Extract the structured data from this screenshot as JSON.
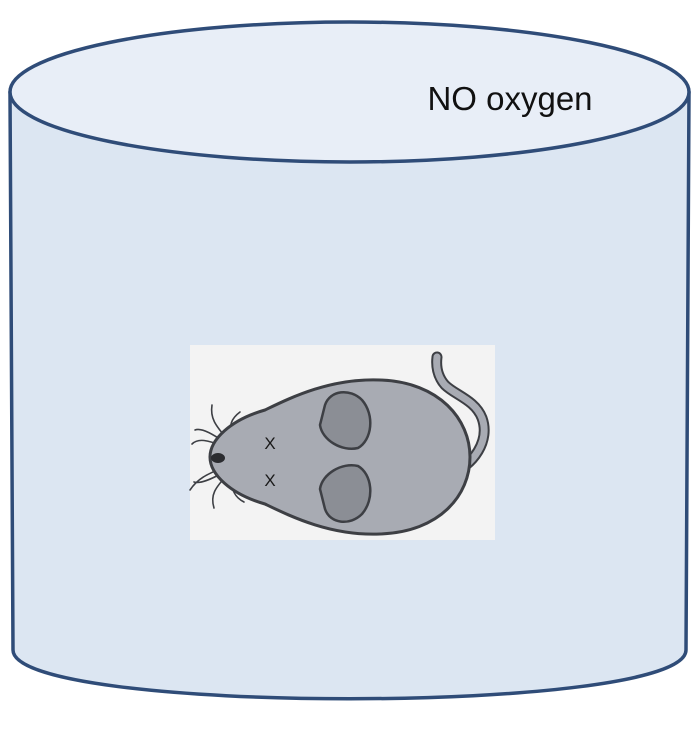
{
  "cylinder": {
    "label": "NO oxygen",
    "fill_color": "#dce6f2",
    "top_fill_color": "#e8eef7",
    "outline_color": "#2f4c78"
  },
  "mouse": {
    "eye_marks": [
      "X",
      "X"
    ],
    "body_color": "#a8abb3",
    "ear_color": "#8b8e95",
    "outline_color": "#3d3f44",
    "image_background": "#f2f2f2"
  }
}
